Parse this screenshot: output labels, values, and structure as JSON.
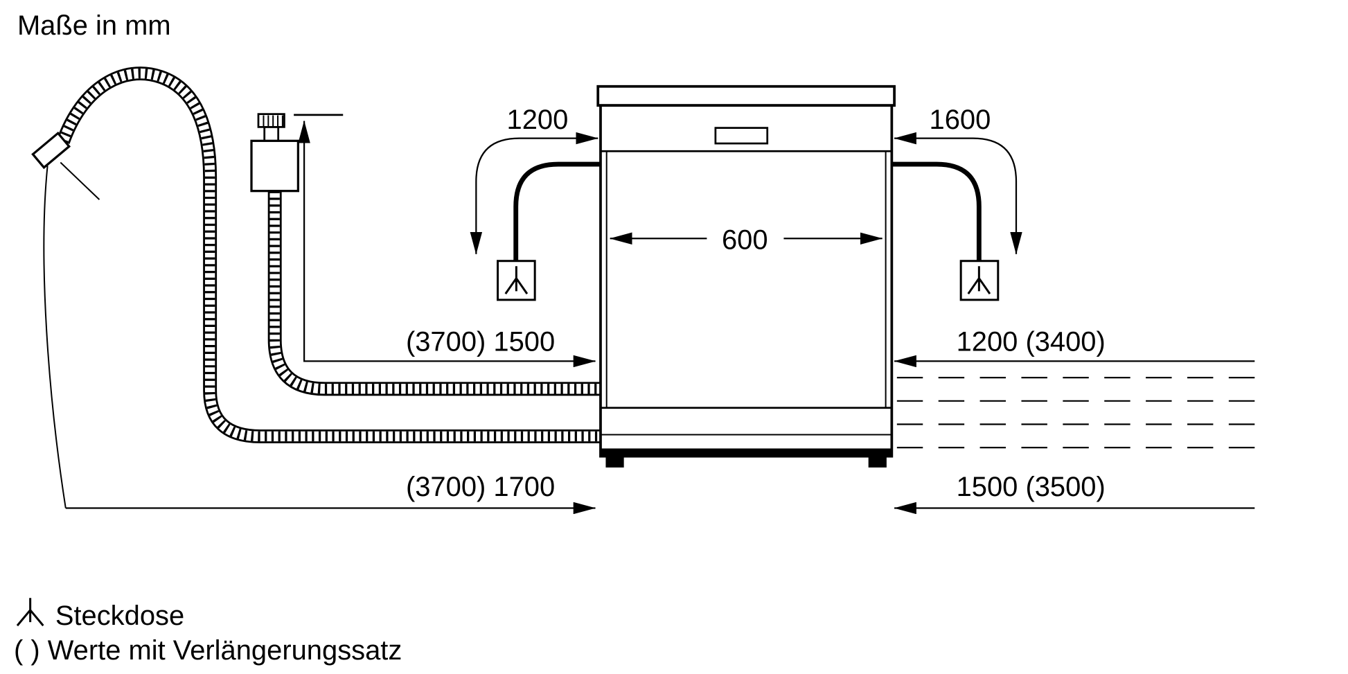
{
  "title": "Maße in mm",
  "dims": {
    "left_cord": "1200",
    "right_cord": "1600",
    "width": "600",
    "left_mid": "(3700) 1500",
    "right_mid": "1200 (3400)",
    "left_bottom": "(3700) 1700",
    "right_bottom": "1500 (3500)"
  },
  "legend": {
    "socket_label": "Steckdose",
    "note": "( ) Werte mit Verlängerungssatz"
  },
  "icons": {
    "socket": "power-socket-icon",
    "tap": "water-tap-icon"
  },
  "colors": {
    "line": "#000000",
    "background": "#ffffff"
  }
}
